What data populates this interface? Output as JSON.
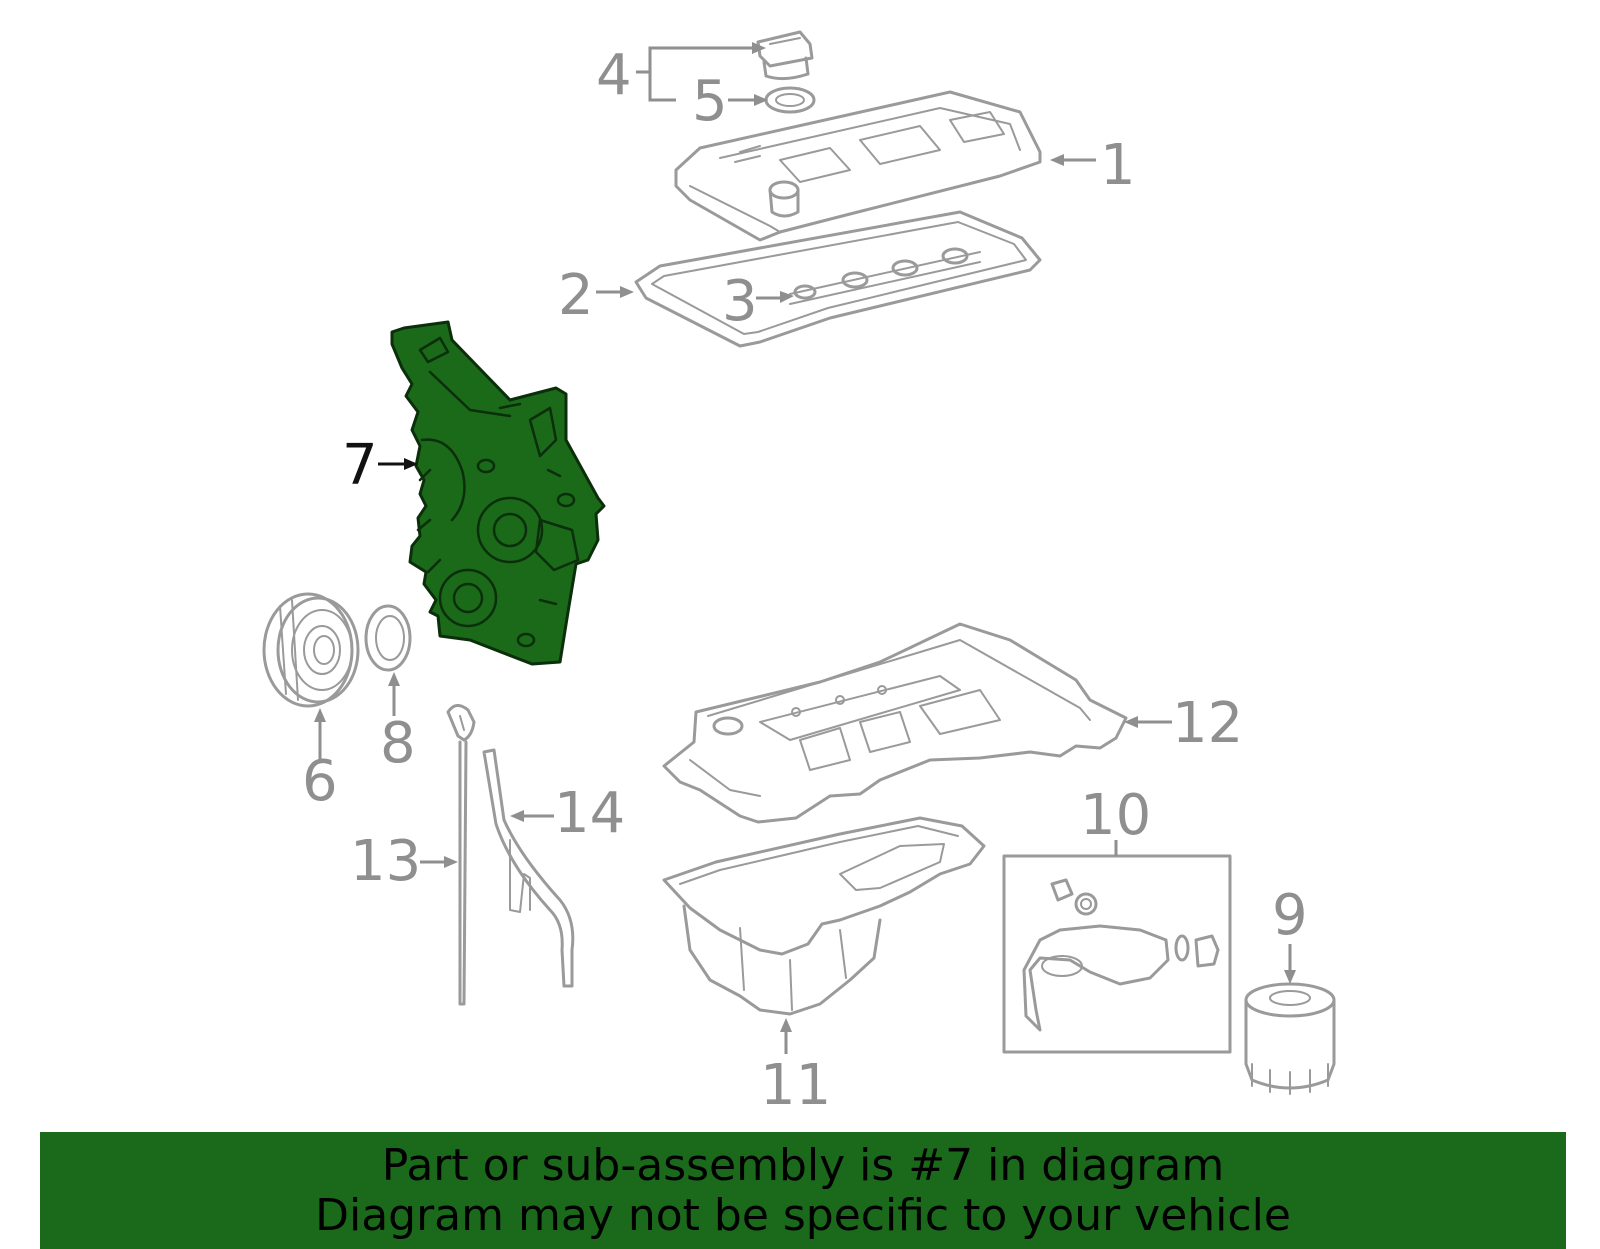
{
  "diagram": {
    "highlighted_part": "7",
    "callouts": [
      {
        "id": "c1",
        "label": "1"
      },
      {
        "id": "c2",
        "label": "2"
      },
      {
        "id": "c3",
        "label": "3"
      },
      {
        "id": "c4",
        "label": "4"
      },
      {
        "id": "c5",
        "label": "5"
      },
      {
        "id": "c6",
        "label": "6"
      },
      {
        "id": "c7",
        "label": "7"
      },
      {
        "id": "c8",
        "label": "8"
      },
      {
        "id": "c9",
        "label": "9"
      },
      {
        "id": "c10",
        "label": "10"
      },
      {
        "id": "c11",
        "label": "11"
      },
      {
        "id": "c12",
        "label": "12"
      },
      {
        "id": "c13",
        "label": "13"
      },
      {
        "id": "c14",
        "label": "14"
      }
    ]
  },
  "banner": {
    "line1": "Part or sub-assembly is #7 in diagram",
    "line2": "Diagram may not be specific to your vehicle"
  },
  "colors": {
    "highlight": "#1b6a1b",
    "parts": "#9a9a9a",
    "active_label": "#111111"
  }
}
